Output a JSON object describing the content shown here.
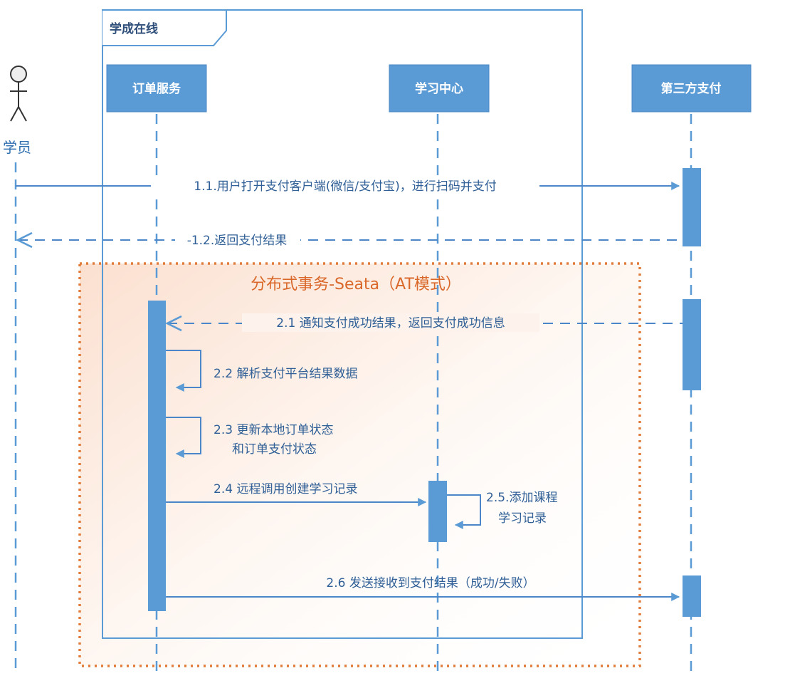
{
  "frame": {
    "title": "学成在线"
  },
  "actor": {
    "label": "学员"
  },
  "participants": {
    "order": "订单服务",
    "learning": "学习中心",
    "payment": "第三方支付"
  },
  "region": {
    "title": "分布式事务-Seata（AT模式）"
  },
  "messages": {
    "m1_1": "1.1.用户打开支付客户端(微信/支付宝)，进行扫码并支付",
    "m1_2": "-1.2.返回支付结果",
    "m2_1": "2.1 通知支付成功结果，返回支付成功信息",
    "m2_2": "2.2 解析支付平台结果数据",
    "m2_3a": "2.3 更新本地订单状态",
    "m2_3b": "和订单支付状态",
    "m2_4": "2.4 远程调用创建学习记录",
    "m2_5a": "2.5.添加课程",
    "m2_5b": "学习记录",
    "m2_6": "2.6 发送接收到支付结果（成功/失败）"
  },
  "colors": {
    "primary": "#5b9bd5",
    "line": "#4a86c8",
    "frame": "#5b9bd5",
    "region_border": "#e07b39",
    "region_text": "#d9682a"
  }
}
